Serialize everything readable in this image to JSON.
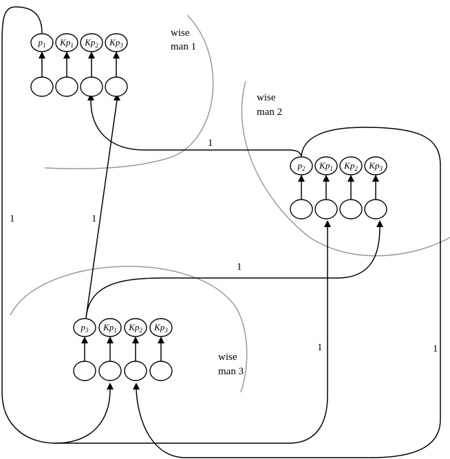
{
  "groups": [
    {
      "id": "wise-man-1",
      "label_line1": "wise",
      "label_line2": "man 1",
      "nodes": [
        {
          "base": "p",
          "sub": "1"
        },
        {
          "base": "Kp",
          "sub": "1"
        },
        {
          "base": "Kp",
          "sub": "2"
        },
        {
          "base": "Kp",
          "sub": "3"
        }
      ]
    },
    {
      "id": "wise-man-2",
      "label_line1": "wise",
      "label_line2": "man 2",
      "nodes": [
        {
          "base": "p",
          "sub": "2"
        },
        {
          "base": "Kp",
          "sub": "1"
        },
        {
          "base": "Kp",
          "sub": "2"
        },
        {
          "base": "Kp",
          "sub": "3"
        }
      ]
    },
    {
      "id": "wise-man-3",
      "label_line1": "wise",
      "label_line2": "man 3",
      "nodes": [
        {
          "base": "p",
          "sub": "3"
        },
        {
          "base": "Kp",
          "sub": "1"
        },
        {
          "base": "Kp",
          "sub": "2"
        },
        {
          "base": "Kp",
          "sub": "3"
        }
      ]
    }
  ],
  "edge_weights": {
    "left_loop": "1",
    "p2_to_man1": "1",
    "p3_to_man1": "1",
    "p3_to_man2": "1",
    "bottom_to_man2": "1",
    "right_loop": "1"
  }
}
